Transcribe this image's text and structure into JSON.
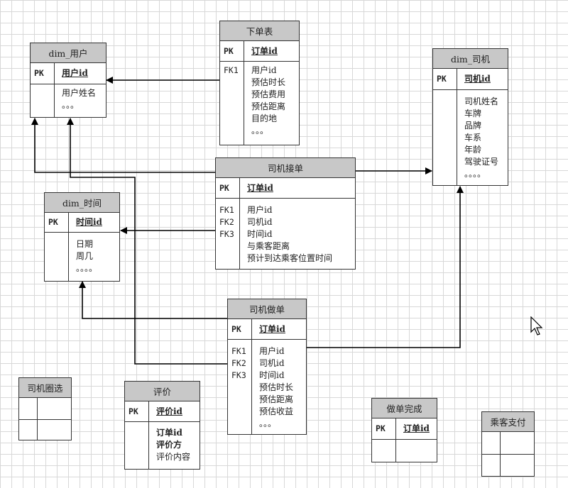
{
  "entities": {
    "xiadan": {
      "title": "下单表",
      "pk": "订单id",
      "fk_keys": [
        "FK1"
      ],
      "attrs": [
        "用户id",
        "预估时长",
        "预估费用",
        "预估距离",
        "目的地",
        "。。。"
      ]
    },
    "dim_user": {
      "title": "dim_用户",
      "pk": "用户id",
      "attrs": [
        "用户姓名",
        "。。。"
      ]
    },
    "dim_driver": {
      "title": "dim_司机",
      "pk": "司机id",
      "attrs": [
        "司机姓名",
        "车牌",
        "品牌",
        "车系",
        "年龄",
        "驾驶证号",
        "。。。。"
      ]
    },
    "accept": {
      "title": "司机接单",
      "pk": "订单id",
      "fk_keys": [
        "FK1",
        "FK2",
        "FK3"
      ],
      "attrs": [
        "用户id",
        "司机id",
        "时间id",
        "与乘客距离",
        "预计到达乘客位置时间"
      ]
    },
    "dim_time": {
      "title": "dim_时间",
      "pk": "时间id",
      "attrs": [
        "日期",
        "周几",
        "。。。。"
      ]
    },
    "zuodan": {
      "title": "司机做单",
      "pk": "订单id",
      "fk_keys": [
        "FK1",
        "FK2",
        "FK3"
      ],
      "attrs": [
        "用户id",
        "司机id",
        "时间id",
        "预估时长",
        "预估距离",
        "预估收益",
        "。。。"
      ]
    },
    "review": {
      "title": "评价",
      "pk": "评价id",
      "attrs": [
        "订单id",
        "评价方",
        "评价内容"
      ]
    },
    "circle": {
      "title": "司机圈选"
    },
    "done": {
      "title": "做单完成",
      "pk": "订单id"
    },
    "pay": {
      "title": "乘客支付"
    }
  },
  "pk_label": "PK",
  "icons": {
    "cursor": "mouse-pointer-icon"
  }
}
